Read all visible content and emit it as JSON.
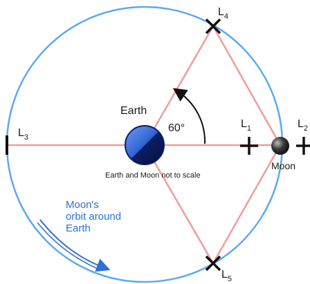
{
  "labels": {
    "earth": "Earth",
    "moon": "Moon",
    "angle": "60°",
    "note": "Earth and Moon not to scale",
    "orbit_line1": "Moon's",
    "orbit_line2": "orbit around",
    "orbit_line3": "Earth",
    "l1": {
      "letter": "L",
      "sub": "1"
    },
    "l2": {
      "letter": "L",
      "sub": "2"
    },
    "l3": {
      "letter": "L",
      "sub": "3"
    },
    "l4": {
      "letter": "L",
      "sub": "4"
    },
    "l5": {
      "letter": "L",
      "sub": "5"
    }
  },
  "colors": {
    "orbit": "#5aa9f2",
    "triangle": "#f29b9b",
    "axis": "#f29b9b",
    "earth_light": "#3f73d9",
    "earth_dark": "#0b1f66",
    "moon": "#2a2a2a",
    "marker": "#111111",
    "arrow": "#111111",
    "orbit_text": "#2f6fd6"
  }
}
